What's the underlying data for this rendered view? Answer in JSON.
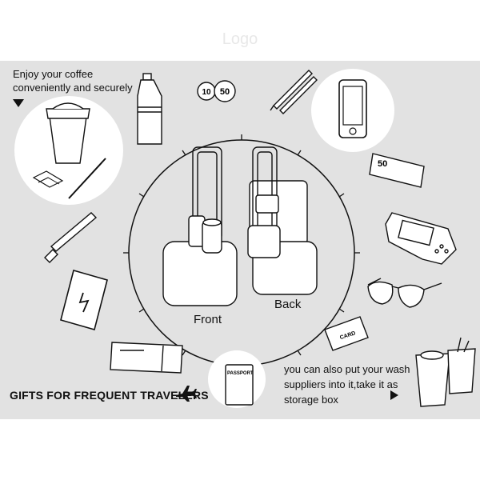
{
  "logo": "Logo",
  "coffee_text": "Enjoy your coffee conveniently and securely",
  "gifts_text": "GIFTS FOR FREQUENT TRAVELERS",
  "wash_text": "you can also put your wash suppliers into it,take it as storage box",
  "front_label": "Front",
  "back_label": "Back",
  "coin_10": "10",
  "coin_50": "50",
  "banknote_label": "50",
  "card_label": "CARD",
  "passport_label": "PASSPORT",
  "icons": [
    "coffee-cup-icon",
    "water-bottle-icon",
    "coins-icon",
    "pens-icon",
    "smartphone-icon",
    "banknote-icon",
    "game-console-icon",
    "sunglasses-icon",
    "card-icon",
    "cosmetics-cup-icon",
    "passport-icon",
    "boarding-pass-icon",
    "power-bank-icon",
    "pen-icon",
    "airplane-icon",
    "cup-holder-icon"
  ]
}
